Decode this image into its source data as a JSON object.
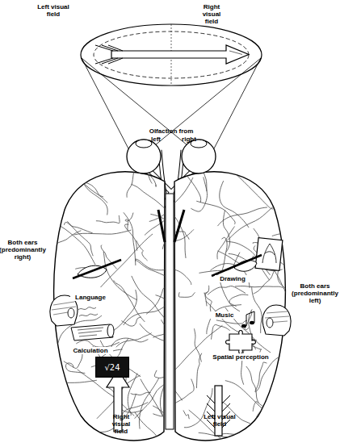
{
  "diagram": {
    "nodes": [
      {
        "text": [
          "√24"
        ]
      }
    ],
    "labels": [
      "Left visual field",
      "Right visual field",
      "Olfaction from",
      "left",
      "right",
      "Both ears (predominantly right)",
      "Language",
      "Calculation",
      "Drawing",
      "Music",
      "Both ears (predominantly left)",
      "Spatial perception",
      "Right visual field",
      "Left visual field"
    ]
  }
}
